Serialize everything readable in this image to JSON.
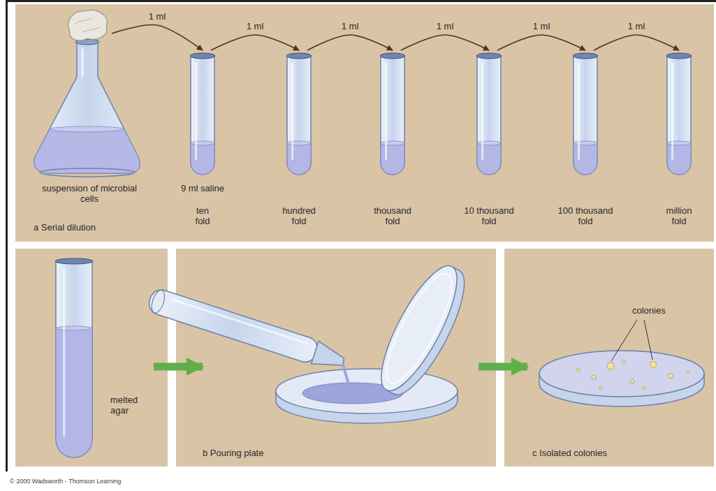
{
  "diagram": {
    "nodes": [
      {
        "text": [
          "a Serial dilution"
        ]
      },
      {
        "text": [
          "suspension of microbial cells"
        ],
        "in": 0
      },
      {
        "text": [
          "9 ml saline",
          "ten fold"
        ],
        "in": 0
      },
      {
        "text": [
          "hundred fold"
        ],
        "in": 0
      },
      {
        "text": [
          "thousand fold"
        ],
        "in": 0
      },
      {
        "text": [
          "10 thousand fold"
        ],
        "in": 0
      },
      {
        "text": [
          "100 thousand fold"
        ],
        "in": 0
      },
      {
        "text": [
          "million fold"
        ],
        "in": 0
      },
      {
        "text": [
          "melted agar"
        ]
      },
      {
        "text": [
          "b Pouring plate"
        ]
      },
      {
        "text": [
          "colonies",
          "c Isolated colonies"
        ]
      }
    ],
    "edges": [
      {
        "from": 1,
        "to": 2,
        "label": "1 ml",
        "arrow": "to"
      },
      {
        "from": 2,
        "to": 3,
        "label": "1 ml",
        "arrow": "to"
      },
      {
        "from": 3,
        "to": 4,
        "label": "1 ml",
        "arrow": "to"
      },
      {
        "from": 4,
        "to": 5,
        "label": "1 ml",
        "arrow": "to"
      },
      {
        "from": 5,
        "to": 6,
        "label": "1 ml",
        "arrow": "to"
      },
      {
        "from": 6,
        "to": 7,
        "label": "1 ml",
        "arrow": "to"
      },
      {
        "from": 8,
        "to": 9,
        "arrow": "to"
      },
      {
        "from": 9,
        "to": 10,
        "arrow": "to"
      }
    ],
    "labels": [
      "© 2000 Wadsworth - Thomson Learning"
    ]
  }
}
